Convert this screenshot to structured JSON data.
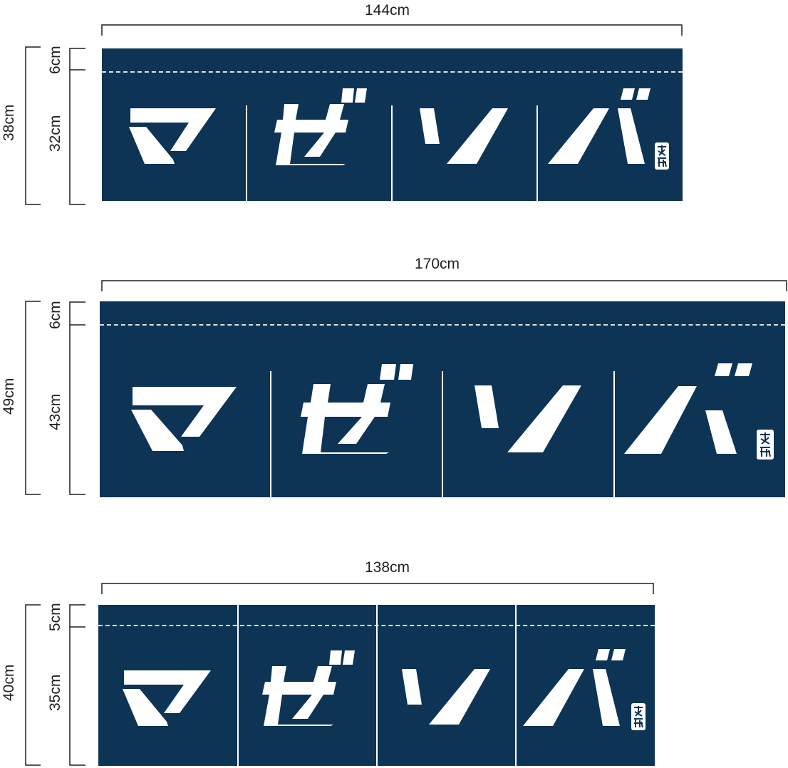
{
  "colors": {
    "curtain": "#0d3355",
    "text": "#ffffff",
    "dim_line": "#231f20"
  },
  "banners": [
    {
      "width_label": "144cm",
      "total_height_label": "38cm",
      "fold_label": "6cm",
      "body_label": "32cm",
      "characters": [
        "マ",
        "ゼ",
        "ソ",
        "バ"
      ],
      "stamp_icon": "kansha-seal-icon"
    },
    {
      "width_label": "170cm",
      "total_height_label": "49cm",
      "fold_label": "6cm",
      "body_label": "43cm",
      "characters": [
        "マ",
        "ゼ",
        "ソ",
        "バ"
      ],
      "stamp_icon": "kansha-seal-icon"
    },
    {
      "width_label": "138cm",
      "total_height_label": "40cm",
      "fold_label": "5cm",
      "body_label": "35cm",
      "characters": [
        "マ",
        "ゼ",
        "ソ",
        "バ"
      ],
      "stamp_icon": "kansha-seal-icon"
    }
  ]
}
